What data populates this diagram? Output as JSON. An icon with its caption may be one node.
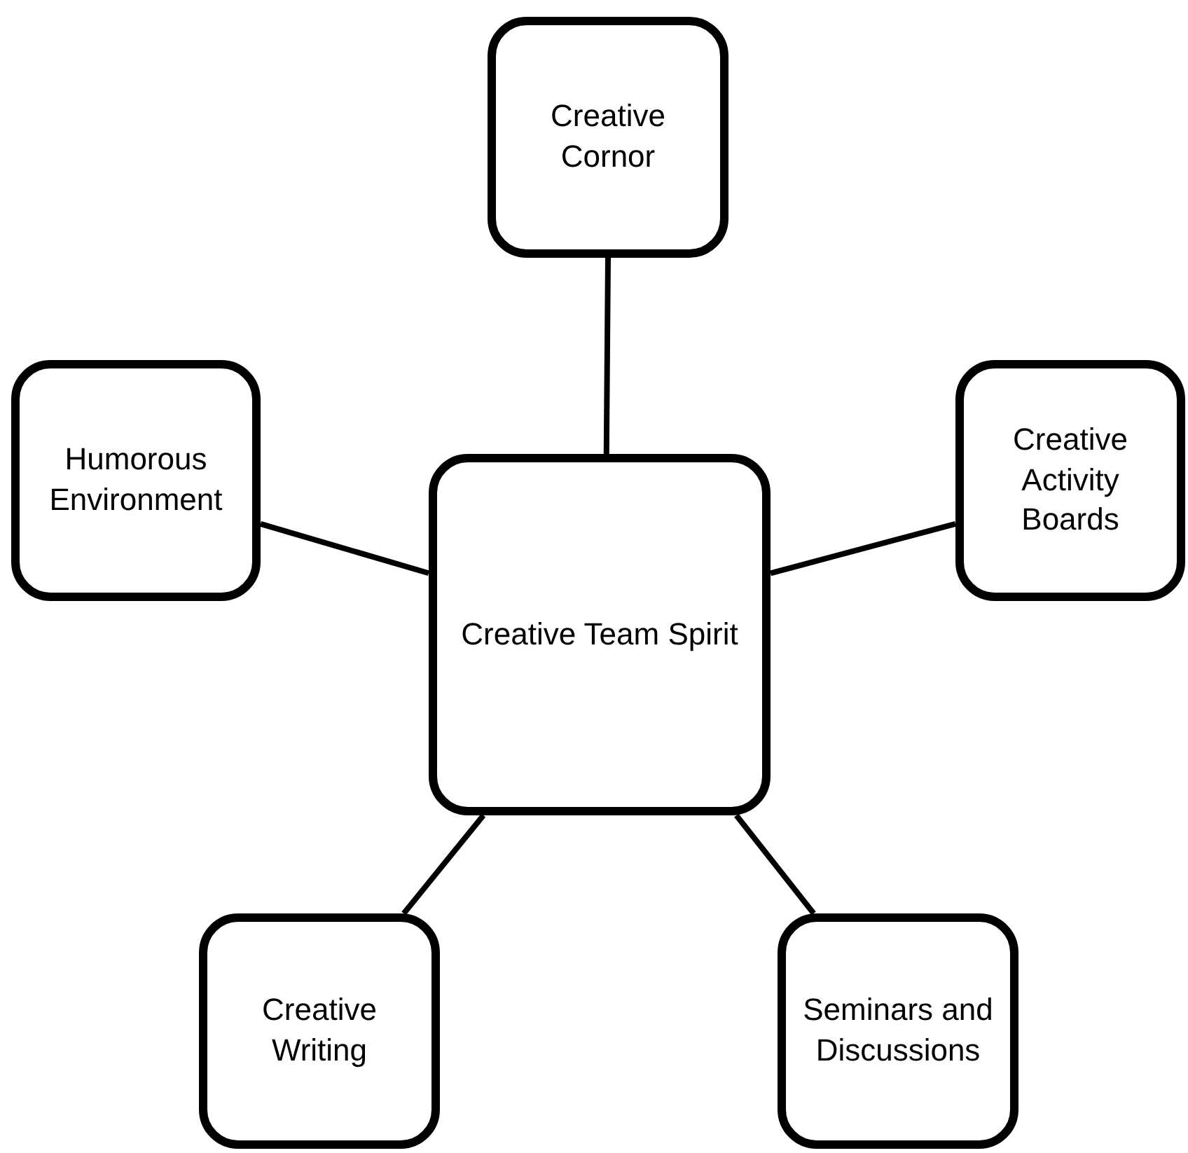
{
  "diagram": {
    "nodes": [
      {
        "text": [
          "Creative Cornor"
        ]
      },
      {
        "text": [
          "Humorous Environment"
        ]
      },
      {
        "text": [
          "Creative Activity Boards"
        ]
      },
      {
        "text": [
          "Creative Team Spirit"
        ]
      },
      {
        "text": [
          "Creative Writing"
        ]
      },
      {
        "text": [
          "Seminars and Discussions"
        ]
      }
    ],
    "edges": [
      {
        "from": 3,
        "to": 0,
        "arrow": "none"
      },
      {
        "from": 3,
        "to": 1,
        "arrow": "none"
      },
      {
        "from": 3,
        "to": 2,
        "arrow": "none"
      },
      {
        "from": 3,
        "to": 4,
        "arrow": "none"
      },
      {
        "from": 3,
        "to": 5,
        "arrow": "none"
      }
    ]
  }
}
